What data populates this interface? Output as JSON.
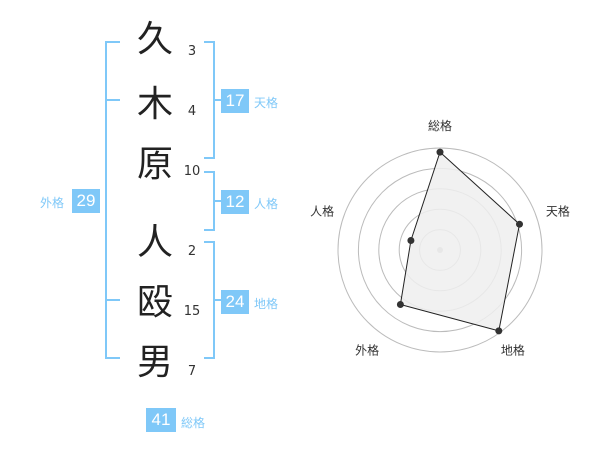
{
  "name_chars": [
    {
      "char": "久",
      "strokes": "3"
    },
    {
      "char": "木",
      "strokes": "4"
    },
    {
      "char": "原",
      "strokes": "10"
    },
    {
      "char": "人",
      "strokes": "2"
    },
    {
      "char": "殴",
      "strokes": "15"
    },
    {
      "char": "男",
      "strokes": "7"
    }
  ],
  "fortune": {
    "tenkaku": {
      "value": "17",
      "label": "天格"
    },
    "jinkaku": {
      "value": "12",
      "label": "人格"
    },
    "chikaku": {
      "value": "24",
      "label": "地格"
    },
    "gaikaku": {
      "value": "29",
      "label": "外格"
    },
    "soukaku": {
      "value": "41",
      "label": "総格"
    }
  },
  "colors": {
    "accent": "#7fc8f8",
    "text": "#222222",
    "grid": "#bbbbbb",
    "fill": "#eeeeee"
  },
  "chart_data": {
    "type": "radar",
    "axes": [
      "総格",
      "天格",
      "地格",
      "外格",
      "人格"
    ],
    "values": [
      0.96,
      0.82,
      0.98,
      0.66,
      0.3
    ],
    "range": [
      0,
      1
    ],
    "rings": 5,
    "grid": true
  }
}
